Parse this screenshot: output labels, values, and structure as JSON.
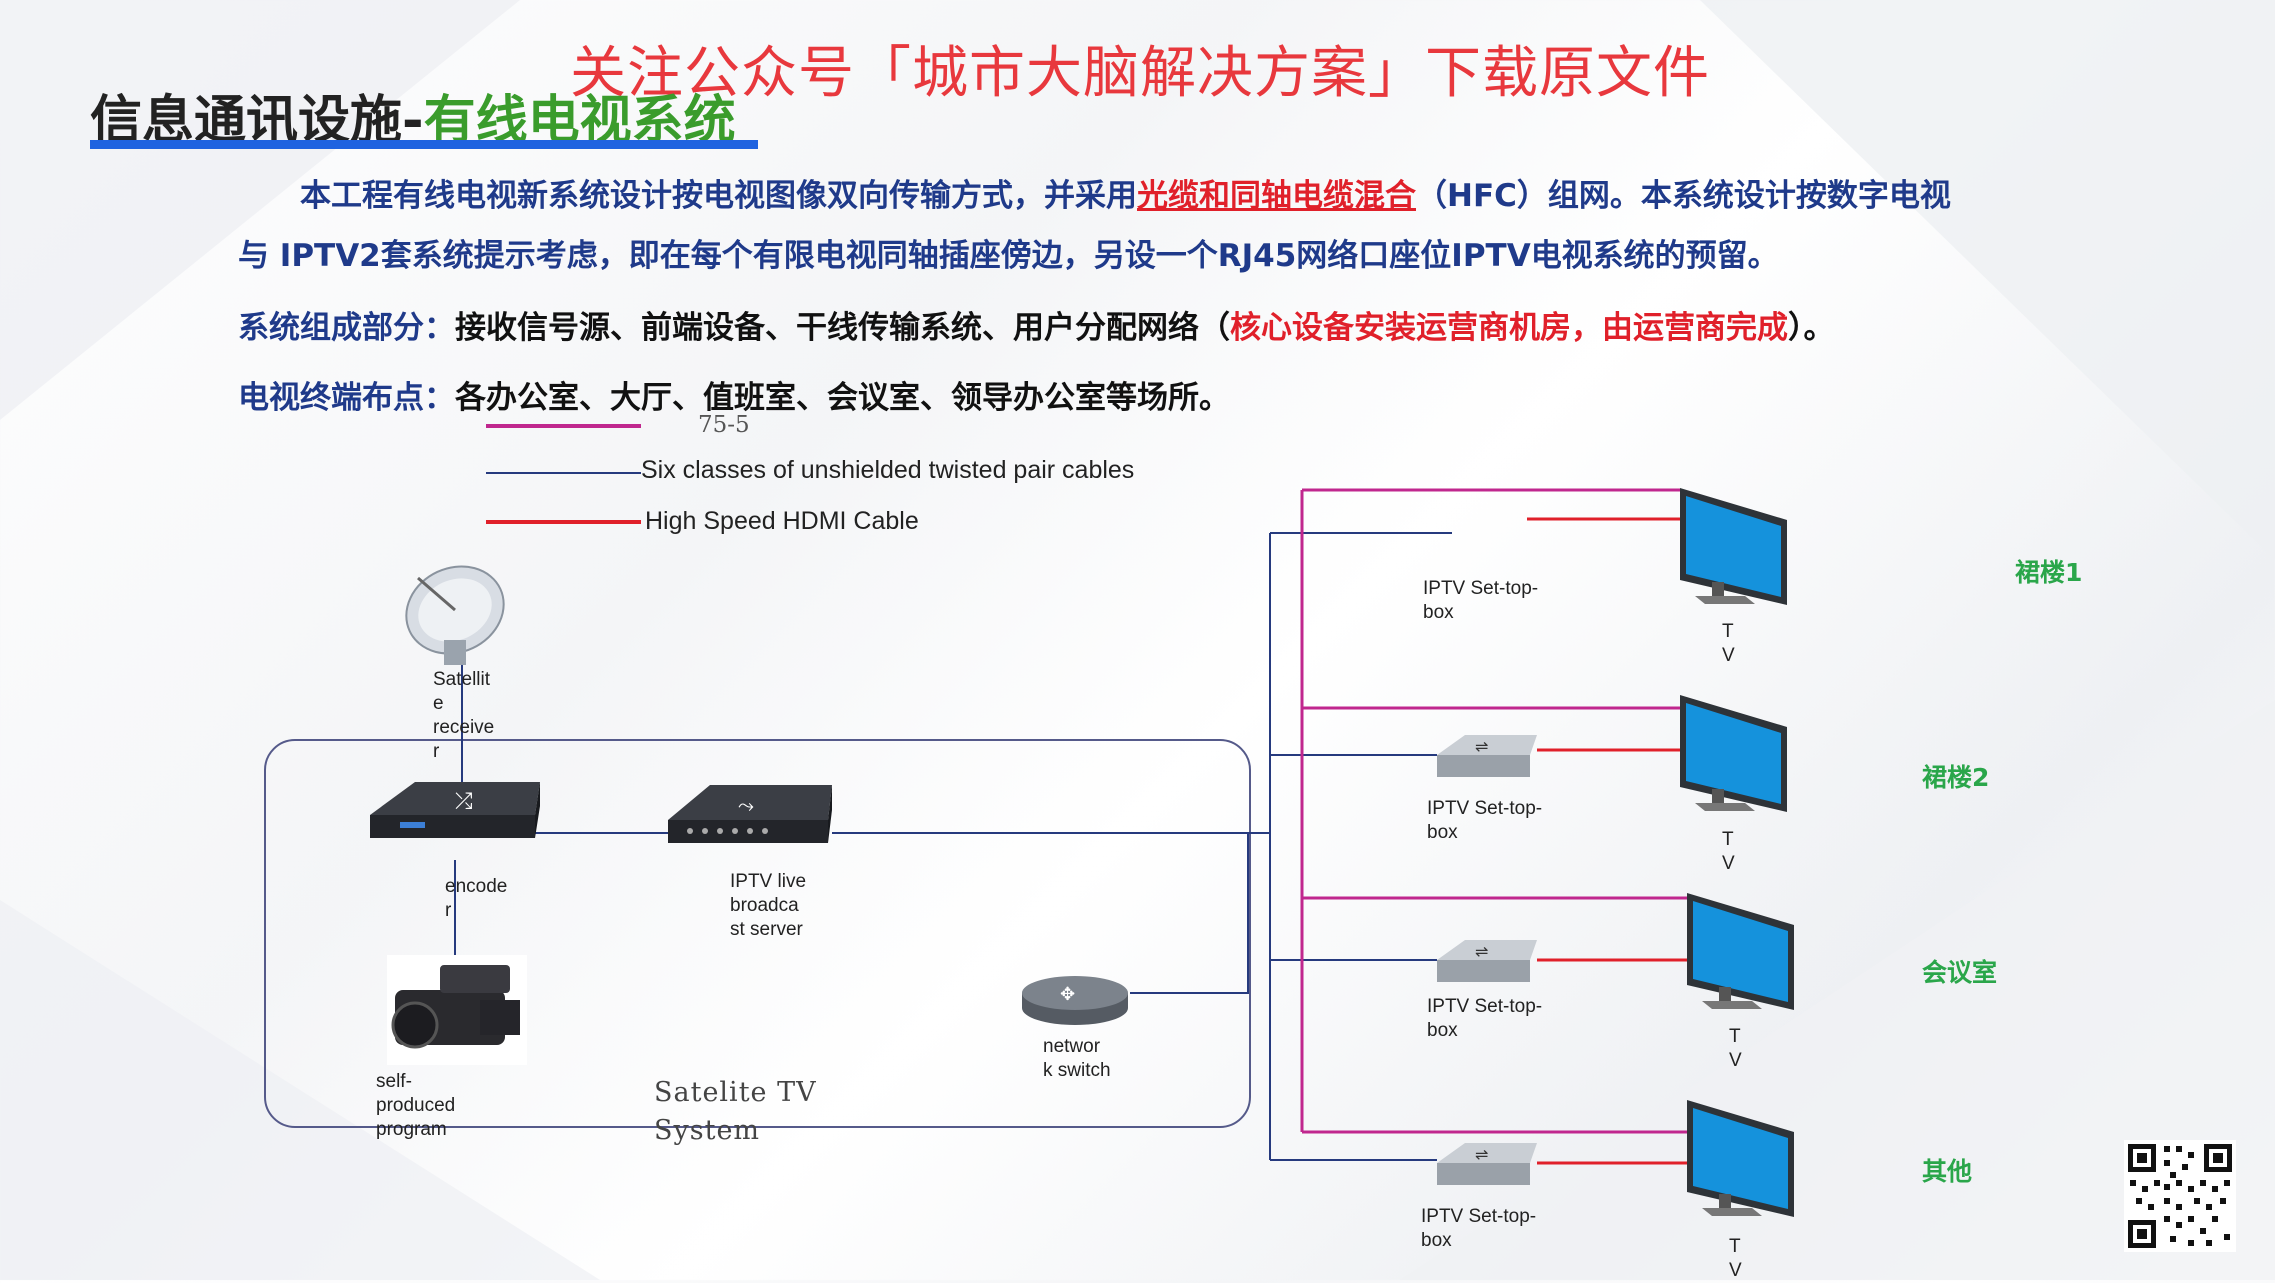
{
  "watermark": "关注公众号「城市大脑解决方案」下载原文件",
  "title": {
    "main": "信息通讯设施-",
    "highlight": "有线电视系统"
  },
  "intro": {
    "line1_a": "本工程有线电视新系统设计按电视图像双向传输方式，并采用",
    "line1_link": "光缆和同轴电缆混合",
    "line1_b": "（HFC）组网。本系统设计按数字电视",
    "line2": "与 IPTV2套系统提示考虑，即在每个有限电视同轴插座傍边，另设一个RJ45网络口座位IPTV电视系统的预留。"
  },
  "composition": {
    "label": "系统组成部分：",
    "text": "接收信号源、前端设备、干线传输系统、用户分配网络（",
    "highlight": "核心设备安装运营商机房，由运营商完成",
    "end": "）。"
  },
  "terminals": {
    "label": "电视终端布点：",
    "text": "各办公室、大厅、值班室、会议室、领导办公室等场所。"
  },
  "legend": [
    {
      "label": "75-5",
      "color": "#c0278e"
    },
    {
      "label": "Six classes of unshielded twisted pair cables",
      "color": "#263a7e"
    },
    {
      "label": "High Speed HDMI Cable",
      "color": "#e0202a"
    }
  ],
  "devices": {
    "satellite": "Satellit e receive r",
    "encoder": "encode r",
    "live_server": "IPTV live broadca st server",
    "camera": "self- produced program",
    "switch": "networ k switch",
    "system_label": "Satelite TV System",
    "settop_label": "IPTV Set-top- box",
    "tv_label": "T V"
  },
  "zones": [
    "裙楼1",
    "裙楼2",
    "会议室",
    "其他"
  ],
  "colors": {
    "accent_blue": "#1f63e0",
    "green": "#3a9c2c",
    "red": "#e0202a",
    "pink": "#c0278e",
    "navy": "#263a7e"
  }
}
